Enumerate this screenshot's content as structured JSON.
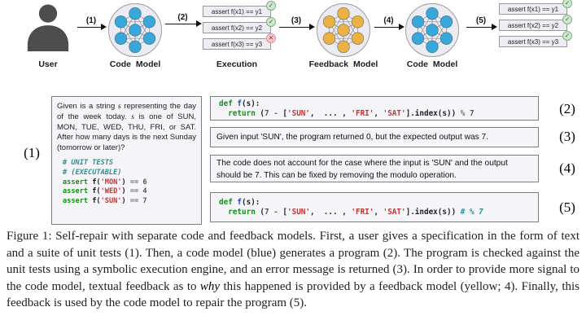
{
  "colors": {
    "code_model_node": "#38a7da",
    "feedback_model_node": "#ebb243",
    "model_circle_fill": "#edebf2",
    "model_circle_border": "#9a9aa0",
    "test_box_fill": "#efedf3",
    "pass_badge_fill": "#cfe8cf",
    "pass_badge_border": "#7bb07d",
    "fail_badge_fill": "#f6caca",
    "fail_badge_border": "#d89090",
    "panel_fill": "#f5f4f8",
    "arrow_color": "#111111"
  },
  "diagram": {
    "user_label": "User",
    "code_model_label": "Code Model",
    "execution_label": "Execution",
    "feedback_model_label": "Feedback Model",
    "code_model2_label": "Code Model",
    "arrow_labels": [
      "(1)",
      "(2)",
      "(3)",
      "(4)",
      "(5)"
    ],
    "execution_tests": [
      {
        "text": "assert f(x1) == y1",
        "status": "pass"
      },
      {
        "text": "assert f(x2) == y2",
        "status": "pass"
      },
      {
        "text": "assert f(x3) == y3",
        "status": "fail"
      }
    ],
    "final_tests": [
      {
        "text": "assert f(x1) == y1",
        "status": "pass"
      },
      {
        "text": "assert f(x2) == y2",
        "status": "pass"
      },
      {
        "text": "assert f(x3) == y3",
        "status": "pass"
      }
    ]
  },
  "panels": {
    "spec": {
      "label": "(1)",
      "prose_segments": [
        [
          "pl",
          "Given is a string "
        ],
        [
          "mvar",
          "s"
        ],
        [
          "pl",
          " representing the day of the week today.  "
        ],
        [
          "mvar",
          "s"
        ],
        [
          "pl",
          " is one of SUN, MON, TUE, WED, THU, FRI, or SAT. After how many days is the next Sunday (tomorrow or later)?"
        ]
      ],
      "code": [
        [
          [
            "com",
            "# UNIT TESTS"
          ]
        ],
        [
          [
            "com",
            "# (EXECUTABLE)"
          ]
        ],
        [
          [
            "kw",
            "assert"
          ],
          [
            "pl",
            " "
          ],
          [
            "fnb",
            "f"
          ],
          [
            "pl",
            "("
          ],
          [
            "str",
            "'MON'"
          ],
          [
            "pl",
            ") "
          ],
          [
            "op",
            "=="
          ],
          [
            "pl",
            " "
          ],
          [
            "num",
            "6"
          ]
        ],
        [
          [
            "kw",
            "assert"
          ],
          [
            "pl",
            " "
          ],
          [
            "fnb",
            "f"
          ],
          [
            "pl",
            "("
          ],
          [
            "str",
            "'WED'"
          ],
          [
            "pl",
            ") "
          ],
          [
            "op",
            "=="
          ],
          [
            "pl",
            " "
          ],
          [
            "num",
            "4"
          ]
        ],
        [
          [
            "kw",
            "assert"
          ],
          [
            "pl",
            " "
          ],
          [
            "fnb",
            "f"
          ],
          [
            "pl",
            "("
          ],
          [
            "str",
            "'SUN'"
          ],
          [
            "pl",
            ") "
          ],
          [
            "op",
            "=="
          ],
          [
            "pl",
            " "
          ],
          [
            "num",
            "7"
          ]
        ]
      ]
    },
    "program": {
      "label": "(2)",
      "code": [
        [
          [
            "kw",
            "def"
          ],
          [
            "pl",
            " "
          ],
          [
            "fn",
            "f"
          ],
          [
            "pl",
            "(s):"
          ]
        ],
        [
          [
            "pl",
            "  "
          ],
          [
            "kw",
            "return"
          ],
          [
            "pl",
            " ("
          ],
          [
            "num",
            "7"
          ],
          [
            "op",
            " - "
          ],
          [
            "pl",
            "["
          ],
          [
            "str",
            "'SUN'"
          ],
          [
            "pl",
            ",  ... , "
          ],
          [
            "str",
            "'FRI'"
          ],
          [
            "pl",
            ", "
          ],
          [
            "str",
            "'SAT'"
          ],
          [
            "pl",
            "].index(s)) "
          ],
          [
            "op",
            "% "
          ],
          [
            "num",
            "7"
          ]
        ]
      ]
    },
    "error": {
      "label": "(3)",
      "text": "Given input 'SUN', the program returned 0, but the expected output was 7."
    },
    "feedback": {
      "label": "(4)",
      "text": "The code does not account for the case where the input is 'SUN' and the output should be 7. This can be fixed by removing the modulo operation."
    },
    "repair": {
      "label": "(5)",
      "code": [
        [
          [
            "kw",
            "def"
          ],
          [
            "pl",
            " "
          ],
          [
            "fn",
            "f"
          ],
          [
            "pl",
            "(s):"
          ]
        ],
        [
          [
            "pl",
            "  "
          ],
          [
            "kw",
            "return"
          ],
          [
            "pl",
            " ("
          ],
          [
            "num",
            "7"
          ],
          [
            "op",
            " - "
          ],
          [
            "pl",
            "["
          ],
          [
            "str",
            "'SUN'"
          ],
          [
            "pl",
            ",  ... , "
          ],
          [
            "str",
            "'FRI'"
          ],
          [
            "pl",
            ", "
          ],
          [
            "str",
            "'SAT'"
          ],
          [
            "pl",
            "].index(s)) "
          ],
          [
            "com",
            "# % 7"
          ]
        ]
      ]
    }
  },
  "caption": {
    "segments": [
      [
        "pl",
        "Figure 1: Self-repair with separate code and feedback models. First, a user gives a specification in the form of text and a suite of unit tests (1). Then, a code model (blue) generates a program (2). The program is checked against the unit tests using a symbolic execution engine, and an error message is returned (3). In order to provide more signal to the code model, textual feedback as to "
      ],
      [
        "i",
        "why"
      ],
      [
        "pl",
        " this happened is provided by a feedback model (yellow; 4). Finally, this feedback is used by the code model to repair the program (5)."
      ]
    ]
  }
}
